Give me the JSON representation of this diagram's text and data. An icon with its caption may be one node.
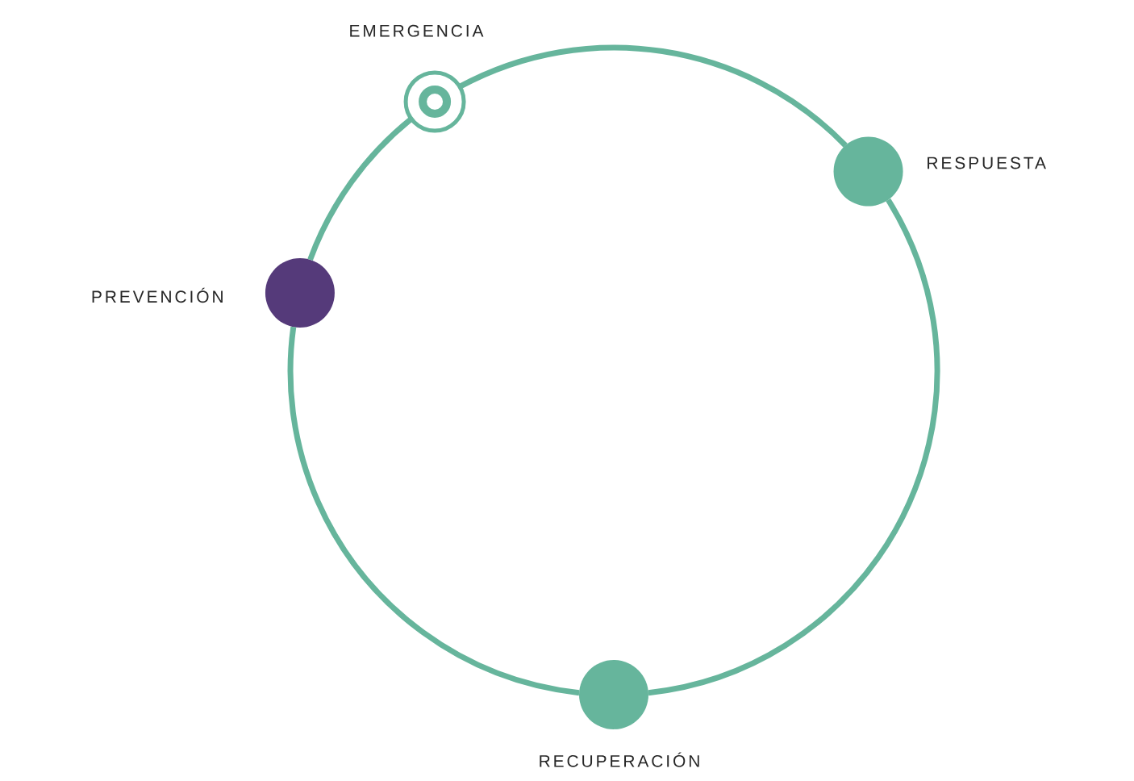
{
  "diagram": {
    "nodes": [
      {
        "text": [],
        "shape": "circle",
        "beside": [
          "EMERGENCIA"
        ]
      },
      {
        "text": [],
        "shape": "circle",
        "beside": [
          "RESPUESTA"
        ]
      },
      {
        "text": [],
        "shape": "circle",
        "beside": [
          "PREVENCIÓN"
        ]
      },
      {
        "text": [],
        "shape": "circle",
        "beside": [
          "RECUPERACIÓN"
        ]
      }
    ],
    "edges": [
      {
        "from": 0,
        "to": 1,
        "arrow": "none"
      },
      {
        "from": 1,
        "to": 3,
        "arrow": "none"
      },
      {
        "from": 3,
        "to": 2,
        "arrow": "none"
      },
      {
        "from": 2,
        "to": 0,
        "arrow": "none"
      }
    ]
  }
}
